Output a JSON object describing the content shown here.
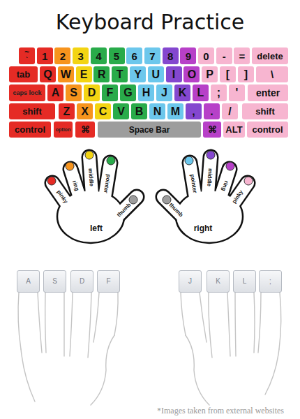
{
  "diagram": {
    "title": "Keyboard Practice",
    "nodes": [
      {
        "text": [
          "~",
          "`"
        ]
      },
      {
        "text": [
          "1"
        ]
      },
      {
        "text": [
          "2"
        ]
      },
      {
        "text": [
          "3"
        ]
      },
      {
        "text": [
          "4"
        ]
      },
      {
        "text": [
          "5"
        ]
      },
      {
        "text": [
          "6"
        ]
      },
      {
        "text": [
          "7"
        ]
      },
      {
        "text": [
          "8"
        ]
      },
      {
        "text": [
          "9"
        ]
      },
      {
        "text": [
          "0"
        ]
      },
      {
        "text": [
          "-"
        ]
      },
      {
        "text": [
          "="
        ]
      },
      {
        "text": [
          "delete"
        ]
      },
      {
        "text": [
          "tab"
        ]
      },
      {
        "text": [
          "Q"
        ]
      },
      {
        "text": [
          "W"
        ]
      },
      {
        "text": [
          "E"
        ]
      },
      {
        "text": [
          "R"
        ]
      },
      {
        "text": [
          "T"
        ]
      },
      {
        "text": [
          "Y"
        ]
      },
      {
        "text": [
          "U"
        ]
      },
      {
        "text": [
          "I"
        ]
      },
      {
        "text": [
          "O"
        ]
      },
      {
        "text": [
          "P"
        ]
      },
      {
        "text": [
          "["
        ]
      },
      {
        "text": [
          "]"
        ]
      },
      {
        "text": [
          "\\"
        ]
      },
      {
        "text": [
          "caps lock"
        ]
      },
      {
        "text": [
          "A"
        ]
      },
      {
        "text": [
          "S"
        ]
      },
      {
        "text": [
          "D"
        ]
      },
      {
        "text": [
          "F"
        ]
      },
      {
        "text": [
          "G"
        ]
      },
      {
        "text": [
          "H"
        ]
      },
      {
        "text": [
          "J"
        ]
      },
      {
        "text": [
          "K"
        ]
      },
      {
        "text": [
          "L"
        ]
      },
      {
        "text": [
          ";"
        ]
      },
      {
        "text": [
          "'"
        ]
      },
      {
        "text": [
          "enter"
        ]
      },
      {
        "text": [
          "shift"
        ]
      },
      {
        "text": [
          "Z"
        ]
      },
      {
        "text": [
          "X"
        ]
      },
      {
        "text": [
          "C"
        ]
      },
      {
        "text": [
          "V"
        ]
      },
      {
        "text": [
          "B"
        ]
      },
      {
        "text": [
          "N"
        ]
      },
      {
        "text": [
          "M"
        ]
      },
      {
        "text": [
          ","
        ]
      },
      {
        "text": [
          "."
        ]
      },
      {
        "text": [
          "/"
        ]
      },
      {
        "text": [
          "shift"
        ]
      },
      {
        "text": [
          "control"
        ]
      },
      {
        "text": [
          "option"
        ]
      },
      {
        "text": [
          "⌘"
        ]
      },
      {
        "text": [
          "Space Bar"
        ]
      },
      {
        "text": [
          "⌘"
        ]
      },
      {
        "text": [
          "ALT"
        ]
      },
      {
        "text": [
          "control"
        ]
      },
      {
        "text": [
          "A"
        ]
      },
      {
        "text": [
          "S"
        ]
      },
      {
        "text": [
          "D"
        ]
      },
      {
        "text": [
          "F"
        ]
      },
      {
        "text": [
          "J"
        ]
      },
      {
        "text": [
          "K"
        ]
      },
      {
        "text": [
          "L"
        ]
      },
      {
        "text": [
          ";"
        ]
      }
    ],
    "labels": [
      "pinky",
      "ring",
      "middle",
      "pointer",
      "thumb",
      "left",
      "pointer",
      "middle",
      "ring",
      "pinky",
      "thumb",
      "right",
      "*Images taken from external websites"
    ]
  }
}
